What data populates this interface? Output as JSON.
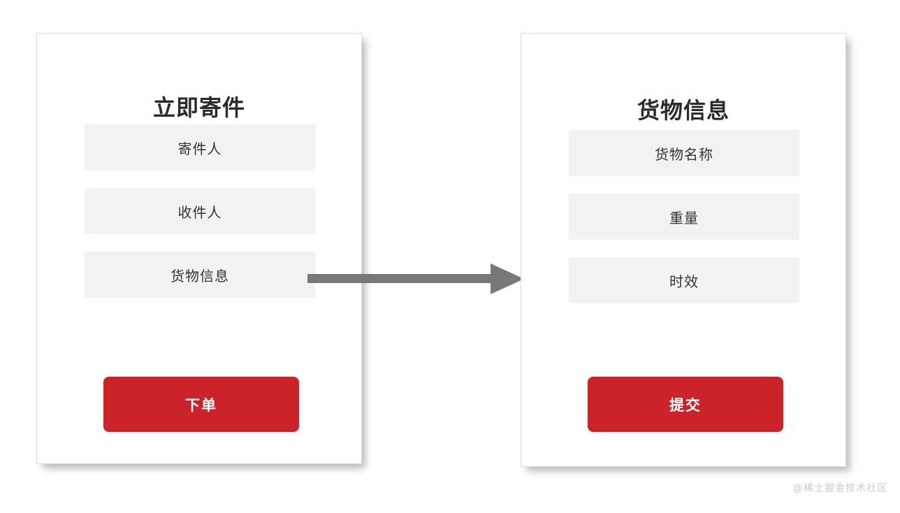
{
  "page": {
    "background_color": "#ffffff",
    "watermark": "@稀土掘金技术社区"
  },
  "theme": {
    "primary_color": "#cc2229",
    "field_background": "#f2f2f2",
    "card_border": "#dcdcdc",
    "arrow_color": "#787878",
    "title_color": "#2b2b2b",
    "watermark_color": "#c9c9c9"
  },
  "cards": [
    {
      "id": "send-package",
      "title": "立即寄件",
      "fields": [
        {
          "label": "寄件人"
        },
        {
          "label": "收件人"
        },
        {
          "label": "货物信息"
        }
      ],
      "button": {
        "label": "下单"
      }
    },
    {
      "id": "goods-info",
      "title": "货物信息",
      "fields": [
        {
          "label": "货物名称"
        },
        {
          "label": "重量"
        },
        {
          "label": "时效"
        }
      ],
      "button": {
        "label": "提交"
      }
    }
  ],
  "connector": {
    "icon": "arrow-right-icon",
    "from": "货物信息",
    "to": "货物信息"
  }
}
